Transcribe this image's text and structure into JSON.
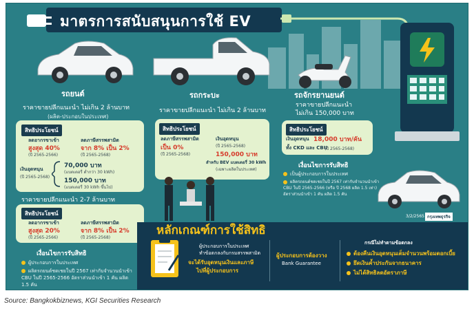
{
  "title": "มาตรการสนับสนุนการใช้ EV",
  "vehicles": {
    "car": {
      "label": "รถยนต์",
      "price": "ราคาขายปลีกแนะนำ ไม่เกิน 2 ล้านบาท",
      "price_note": "(ผลิต-ประกอบในประเทศ)"
    },
    "pickup": {
      "label": "รถกระบะ",
      "price": "ราคาขายปลีกแนะนำ ไม่เกิน 2 ล้านบาท"
    },
    "motorcycle": {
      "label": "รถจักรยานยนต์",
      "price_line1": "ราคาขายปลีกแนะนำ",
      "price_line2": "ไม่เกิน 150,000 บาท"
    }
  },
  "car_card1": {
    "header": "สิทธิประโยชน์",
    "duty_label": "ลดอากรขาเข้า",
    "duty_value": "สูงสุด 40%",
    "duty_years": "(ปี 2565-2566)",
    "excise_label": "ลดภาษีสรรพสามิต",
    "excise_value": "จาก 8% เป็น 2%",
    "excise_years": "(ปี 2565-2568)",
    "subsidy_label": "เงินอุดหนุน",
    "subsidy_years": "(ปี 2565-2568)",
    "subsidy1": "70,000 บาท",
    "subsidy1_note": "(แบตเตอรี่ ต่ำกว่า 30 kWh)",
    "subsidy2": "150,000 บาท",
    "subsidy2_note": "(แบตเตอรี่ 30 kWh ขึ้นไป)"
  },
  "car_price2": "ราคาขายปลีกแนะนำ 2-7 ล้านบาท",
  "car_card2": {
    "header": "สิทธิประโยชน์",
    "duty_label": "ลดอากรขาเข้า",
    "duty_value": "สูงสุด 20%",
    "duty_years": "(ปี 2565-2566)",
    "excise_label": "ลดภาษีสรรพสามิต",
    "excise_value": "จาก 8% เป็น 2%",
    "excise_years": "(ปี 2565-2568)"
  },
  "car_conditions": {
    "title": "เงื่อนไขการรับสิทธิ",
    "items": [
      "ผู้ประกอบการในประเทศ",
      "ผลิตรถยนต์ชดเชยในปี 2567 เท่ากับจำนวนนำเข้า CBU ในปี 2565-2566 อัตราส่วนนำเข้า 1 คัน ผลิต 1.5 คัน"
    ]
  },
  "pickup_card": {
    "header": "สิทธิประโยชน์",
    "excise_label": "ลดภาษีสรรพสามิต",
    "excise_value": "เป็น 0%",
    "excise_years": "(ปี 2565-2568)",
    "subsidy_label": "เงินอุดหนุน",
    "subsidy_years": "(ปี 2565-2568)",
    "subsidy_value": "150,000 บาท",
    "subsidy_note": "สำหรับ BEV แบตเตอรี่ 30 kWh",
    "subsidy_note2": "(เฉพาะผลิตในประเทศ)"
  },
  "moto_card": {
    "header": "สิทธิประโยชน์",
    "subsidy_label": "เงินอุดหนุน",
    "subsidy_value": "18,000 บาท/คัน",
    "subsidy_note": "ทั้ง CKD และ CBU",
    "subsidy_years": "(ปี 2565-2568)"
  },
  "moto_conditions": {
    "title": "เงื่อนไขการรับสิทธิ",
    "items": [
      "เป็นผู้ประกอบการในประเทศ",
      "ผลิตรถยนต์ชดเชยในปี 2567 เท่ากับจำนวนนำเข้า CBU ในปี 2565-2566 (หรือ ปี 2568 ผลิต 1.5 เท่า) อัตราส่วนนำเข้า 1 คัน ผลิต 1.5 คัน"
    ]
  },
  "date": "3/2/2565",
  "publisher": "กรุงเทพธุรกิจ",
  "principles": {
    "title": "หลักเกณฑ์การใช้สิทธิ",
    "col1_line1": "ผู้ประกอบการในประเทศ",
    "col1_line2": "ทำข้อตกลงกับกรมสรรพสามิต",
    "col1_line3": "จะได้รับอุดหนุนเงินและภาษี",
    "col1_line4": "ไปที่ผู้ประกอบการ",
    "col2_line1": "ผู้ประกอบการต้องวาง",
    "col2_line2": "Bank Guarantee",
    "col3_title": "กรณีไม่ทำตามข้อตกลง",
    "col3_items": [
      "ต้องคืนเงินอุดหนุนเต็มจำนวนพร้อมดอกเบี้ย",
      "ยึดเงินค้ำประกันจากธนาคาร",
      "ไม่ได้สิทธิลดอัตราภาษี"
    ]
  },
  "source": "Source: Bangkokbiznews, KGI Securities Research",
  "colors": {
    "background": "#2a7f86",
    "navy": "#1a3c4e",
    "accent": "#f6c21b",
    "red": "#d63a2a",
    "card": "#e4f2cf"
  }
}
